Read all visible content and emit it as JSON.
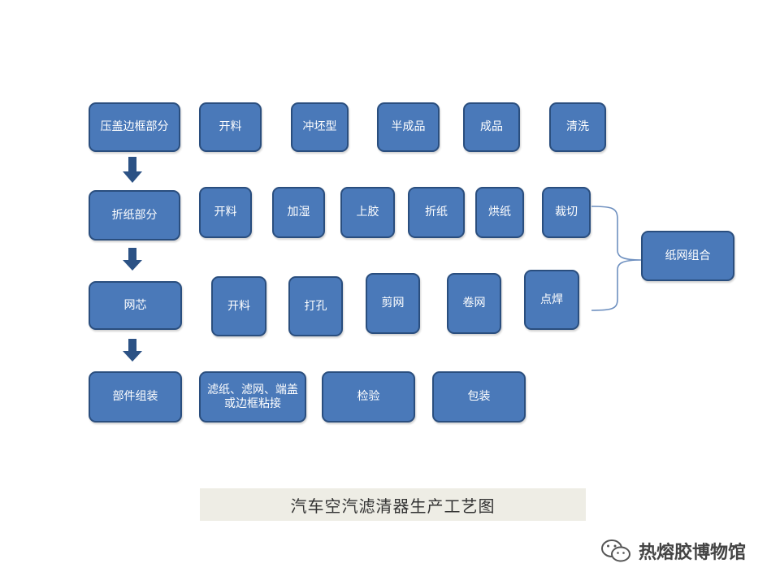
{
  "rows": [
    {
      "label": "压盖边框部分",
      "steps": [
        "开料",
        "冲坯型",
        "半成品",
        "成品",
        "清洗"
      ]
    },
    {
      "label": "折纸部分",
      "steps": [
        "开料",
        "加湿",
        "上胶",
        "折纸",
        "烘纸",
        "裁切"
      ]
    },
    {
      "label": "网芯",
      "steps": [
        "开料",
        "打孔",
        "剪网",
        "卷网",
        "点焊"
      ]
    },
    {
      "label": "部件组装",
      "steps": [
        "滤纸、滤网、端盖或边框粘接",
        "检验",
        "包装"
      ]
    }
  ],
  "combine_node": "纸网组合",
  "title": "汽车空汽滤清器生产工艺图",
  "watermark": {
    "icon": "wechat-icon",
    "text": "热熔胶博物馆"
  },
  "colors": {
    "node_fill": "#4a79b9",
    "node_border": "#2a4e7e",
    "bracket": "#6d8fbf",
    "title_bg": "#eeede5"
  }
}
